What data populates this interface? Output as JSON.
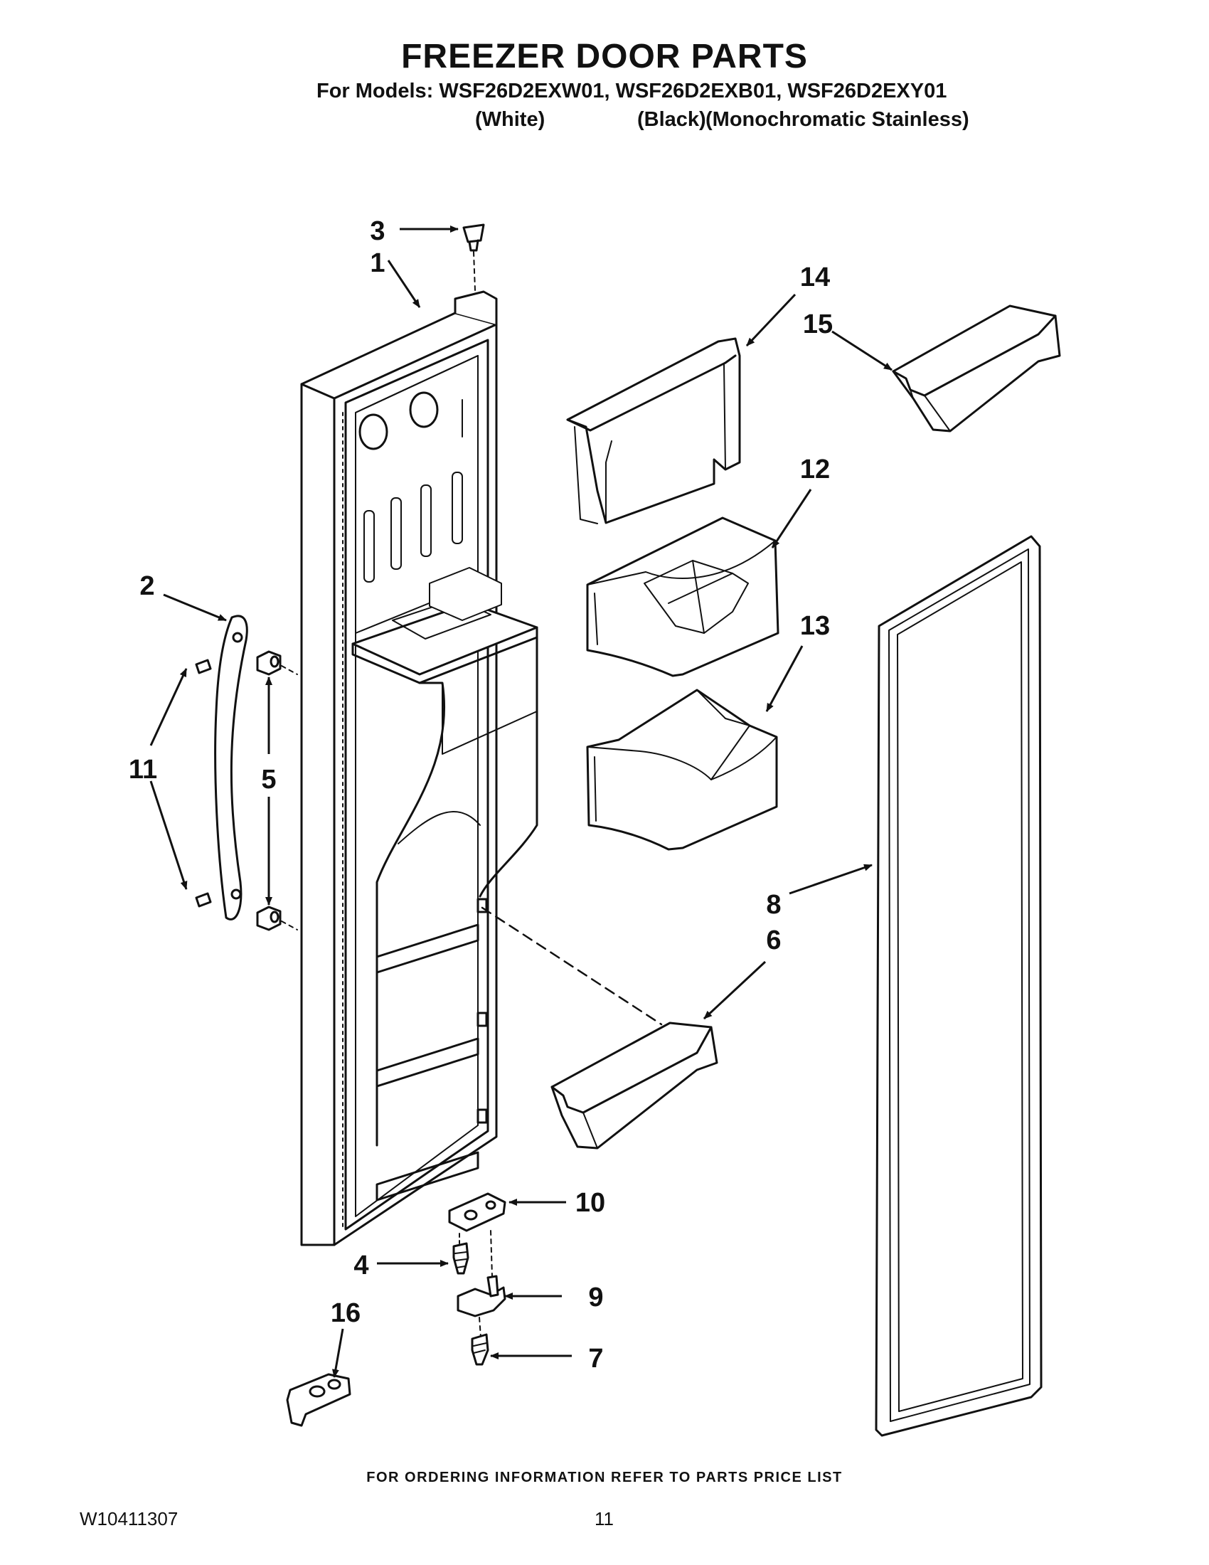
{
  "header": {
    "title": "FREEZER DOOR PARTS",
    "models_line": "For Models: WSF26D2EXW01, WSF26D2EXB01, WSF26D2EXY01",
    "finish_white": "(White)",
    "finish_black": "(Black)",
    "finish_stainless": "(Monochromatic Stainless)"
  },
  "callouts": [
    "1",
    "2",
    "3",
    "4",
    "5",
    "6",
    "7",
    "8",
    "9",
    "10",
    "11",
    "12",
    "13",
    "14",
    "15",
    "16"
  ],
  "footer": {
    "ordering_note": "FOR ORDERING INFORMATION REFER TO PARTS PRICE LIST",
    "document_number": "W10411307",
    "page_number": "11"
  }
}
